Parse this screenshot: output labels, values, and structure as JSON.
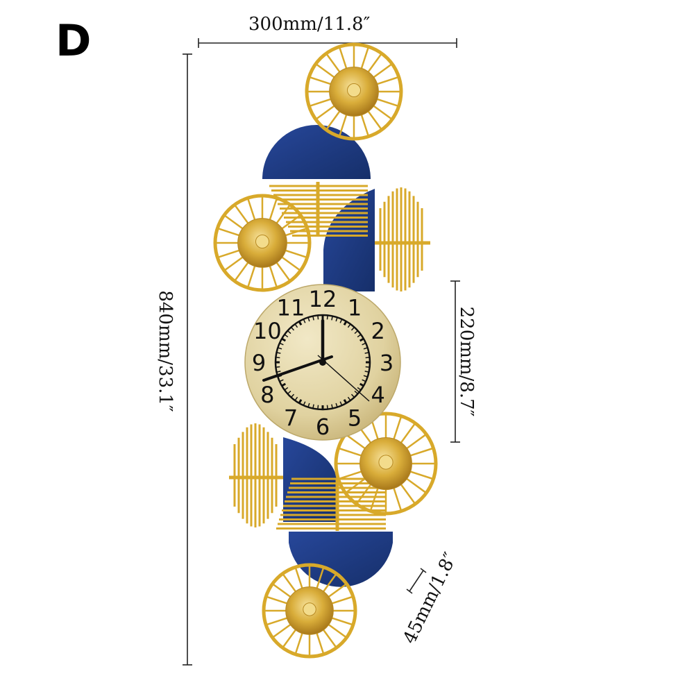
{
  "variant_label": "D",
  "dimensions": {
    "width": "300mm/11.8″",
    "height": "840mm/33.1″",
    "clock_face": "220mm/8.7″",
    "depth": "45mm/1.8″"
  },
  "clock": {
    "numerals": [
      "12",
      "1",
      "2",
      "3",
      "4",
      "5",
      "6",
      "7",
      "8",
      "9",
      "10",
      "11"
    ]
  },
  "colors": {
    "gold": "#d8a92a",
    "navy": "#1c3a7e",
    "face": "#e2d6a6",
    "hands": "#111111"
  }
}
